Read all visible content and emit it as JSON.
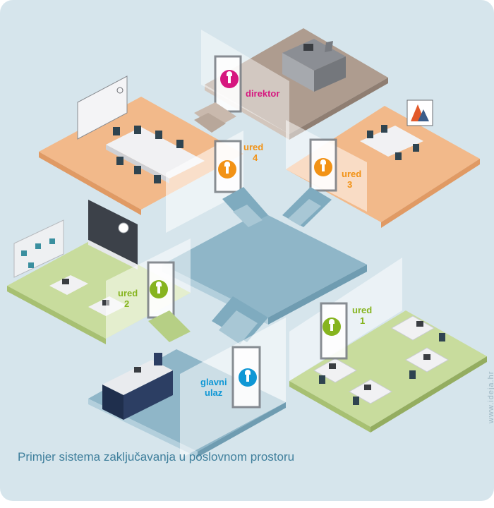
{
  "rooms": {
    "director": {
      "label": "direktor",
      "color": "#d6177f"
    },
    "office4": {
      "label_line1": "ured",
      "label_line2": "4",
      "color": "#f29215"
    },
    "office3": {
      "label_line1": "ured",
      "label_line2": "3",
      "color": "#f29215"
    },
    "office2": {
      "label_line1": "ured",
      "label_line2": "2",
      "color": "#86b41f"
    },
    "office1": {
      "label_line1": "ured",
      "label_line2": "1",
      "color": "#86b41f"
    },
    "entrance": {
      "label_line1": "glavni",
      "label_line2": "ulaz",
      "color": "#0f97d5"
    }
  },
  "caption": "Primjer sistema zaključavanja u poslovnom prostoru",
  "credit": "www.ideja.hr",
  "icons": [
    "lock-cylinder-icon"
  ]
}
